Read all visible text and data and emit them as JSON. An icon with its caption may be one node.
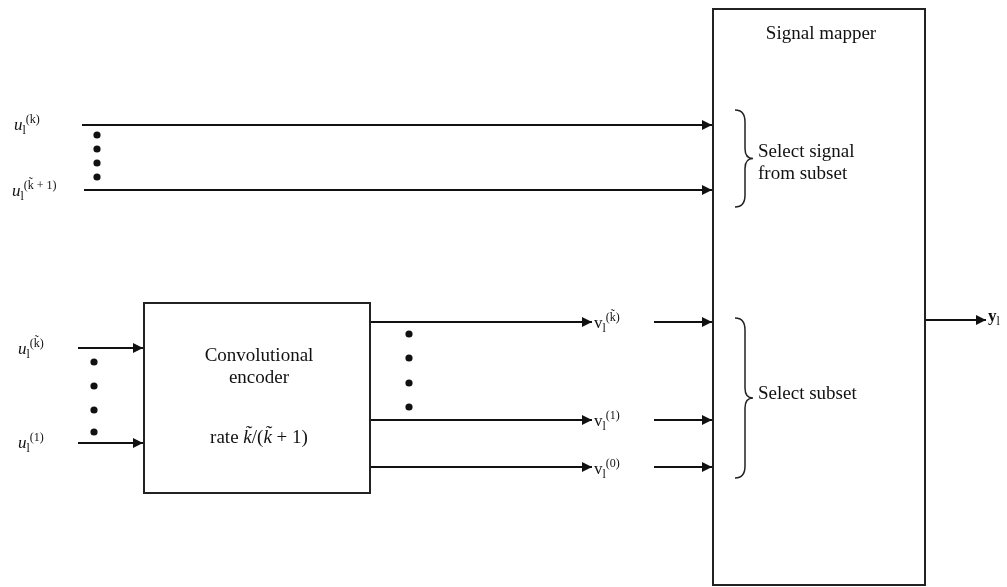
{
  "diagram": {
    "nodes": [
      {
        "text": [
          "Signal mapper",
          "Select signal from subset",
          "Select subset"
        ]
      },
      {
        "text": [
          "*u*$_{l}$$^{(k)}$"
        ]
      },
      {
        "text": [
          "*u*$_{l}$$^{(k̃ + 1)}$"
        ]
      },
      {
        "text": [
          "*u*$_{l}$$^{(k̃)}$"
        ]
      },
      {
        "text": [
          "*u*$_{l}$$^{(1)}$"
        ]
      },
      {
        "text": [
          "Convolutional encoder",
          "rate *k̃*/(*k̃* + 1)"
        ]
      },
      {
        "text": [
          "v$_{l}$$^{(k̃)}$"
        ]
      },
      {
        "text": [
          "v$_{l}$$^{(1)}$"
        ]
      },
      {
        "text": [
          "v$_{l}$$^{(0)}$"
        ]
      },
      {
        "text": [
          "**y**$_{l}$"
        ]
      }
    ],
    "edges": [
      {
        "from": 1,
        "to": 0,
        "arrow": "to"
      },
      {
        "from": 2,
        "to": 0,
        "arrow": "to"
      },
      {
        "from": 3,
        "to": 5,
        "arrow": "to"
      },
      {
        "from": 4,
        "to": 5,
        "arrow": "to"
      },
      {
        "from": 5,
        "to": 6,
        "arrow": "to"
      },
      {
        "from": 5,
        "to": 7,
        "arrow": "to"
      },
      {
        "from": 5,
        "to": 8,
        "arrow": "to"
      },
      {
        "from": 6,
        "to": 0,
        "arrow": "to"
      },
      {
        "from": 7,
        "to": 0,
        "arrow": "to"
      },
      {
        "from": 8,
        "to": 0,
        "arrow": "to"
      },
      {
        "from": 0,
        "to": 9,
        "arrow": "to"
      }
    ]
  }
}
